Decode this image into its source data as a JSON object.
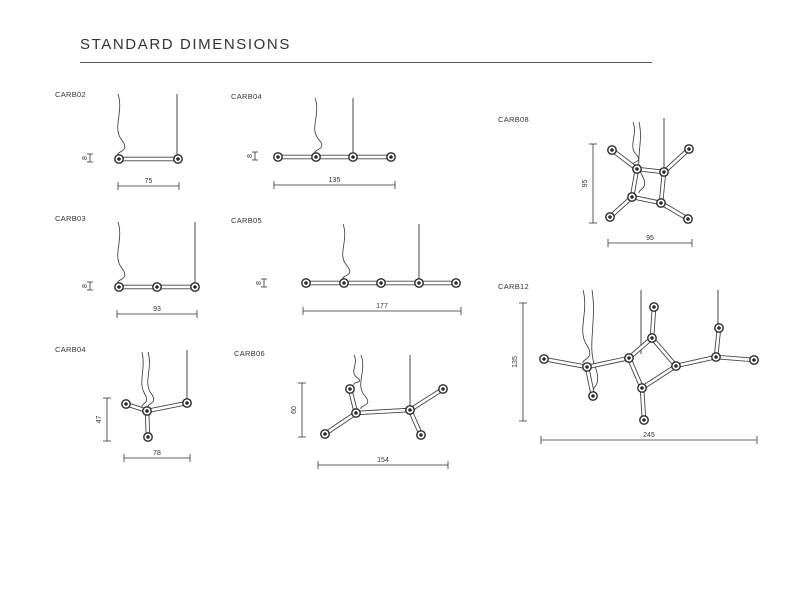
{
  "page": {
    "title": "STANDARD DIMENSIONS"
  },
  "items": [
    {
      "code": "CARB02",
      "width": "75",
      "height": "8"
    },
    {
      "code": "CARB04",
      "width": "135",
      "height": "8"
    },
    {
      "code": "CARB08",
      "width": "95",
      "height": "95"
    },
    {
      "code": "CARB03",
      "width": "93",
      "height": "8"
    },
    {
      "code": "CARB05",
      "width": "177",
      "height": "8"
    },
    {
      "code": "CARB12",
      "width": "245",
      "height": "135"
    },
    {
      "code": "CARB04",
      "width": "78",
      "height": "47"
    },
    {
      "code": "CARB06",
      "width": "154",
      "height": "60"
    }
  ],
  "colors": {
    "line": "#333333",
    "frame": "#444444",
    "node": "#2a2a2a"
  }
}
